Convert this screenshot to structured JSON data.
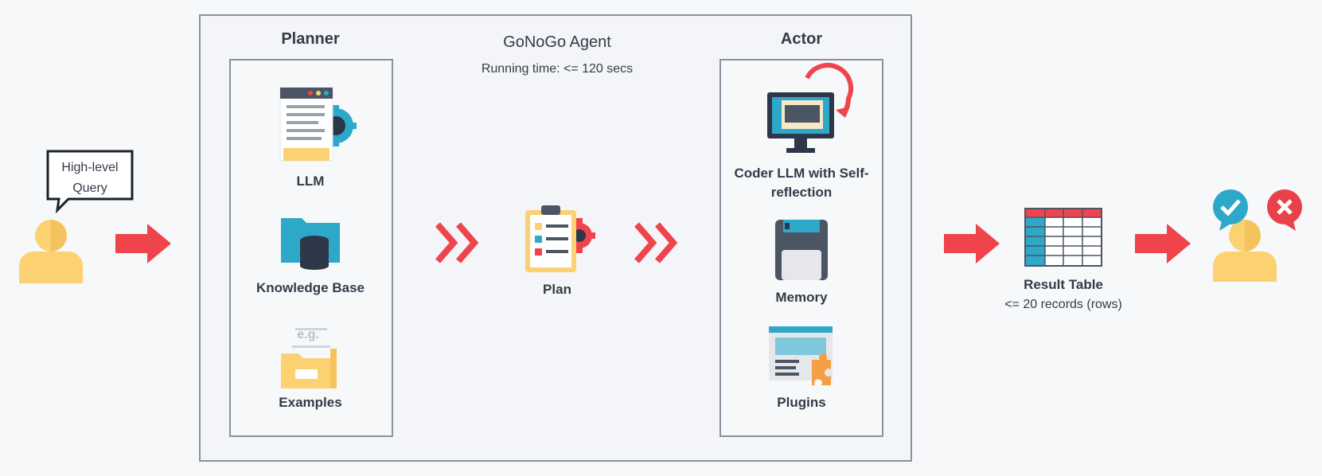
{
  "agent": {
    "title": "GoNoGo Agent",
    "running_time": "Running time: <= 120 secs"
  },
  "query": {
    "bubble_text": "High-level Query"
  },
  "planner": {
    "title": "Planner",
    "items": [
      {
        "label": "LLM",
        "icon": "llm-document-gear-icon"
      },
      {
        "label": "Knowledge Base",
        "icon": "database-folder-icon"
      },
      {
        "label": "Examples",
        "icon": "examples-folder-icon",
        "icon_text": "e.g."
      }
    ]
  },
  "plan": {
    "label": "Plan",
    "icon": "clipboard-checklist-icon"
  },
  "actor": {
    "title": "Actor",
    "items": [
      {
        "label": "Coder LLM with Self-reflection",
        "icon": "code-monitor-icon"
      },
      {
        "label": "Memory",
        "icon": "floppy-disk-icon"
      },
      {
        "label": "Plugins",
        "icon": "plugin-window-icon"
      }
    ]
  },
  "result": {
    "title": "Result Table",
    "subtitle": "<= 20 records (rows)"
  },
  "colors": {
    "arrow_red": "#f0444c",
    "accent_teal": "#2ea8c9",
    "accent_yellow": "#fcd171",
    "border_gray": "#8a90a0",
    "check_blue": "#2ea8c9",
    "cross_red": "#e8414a"
  }
}
